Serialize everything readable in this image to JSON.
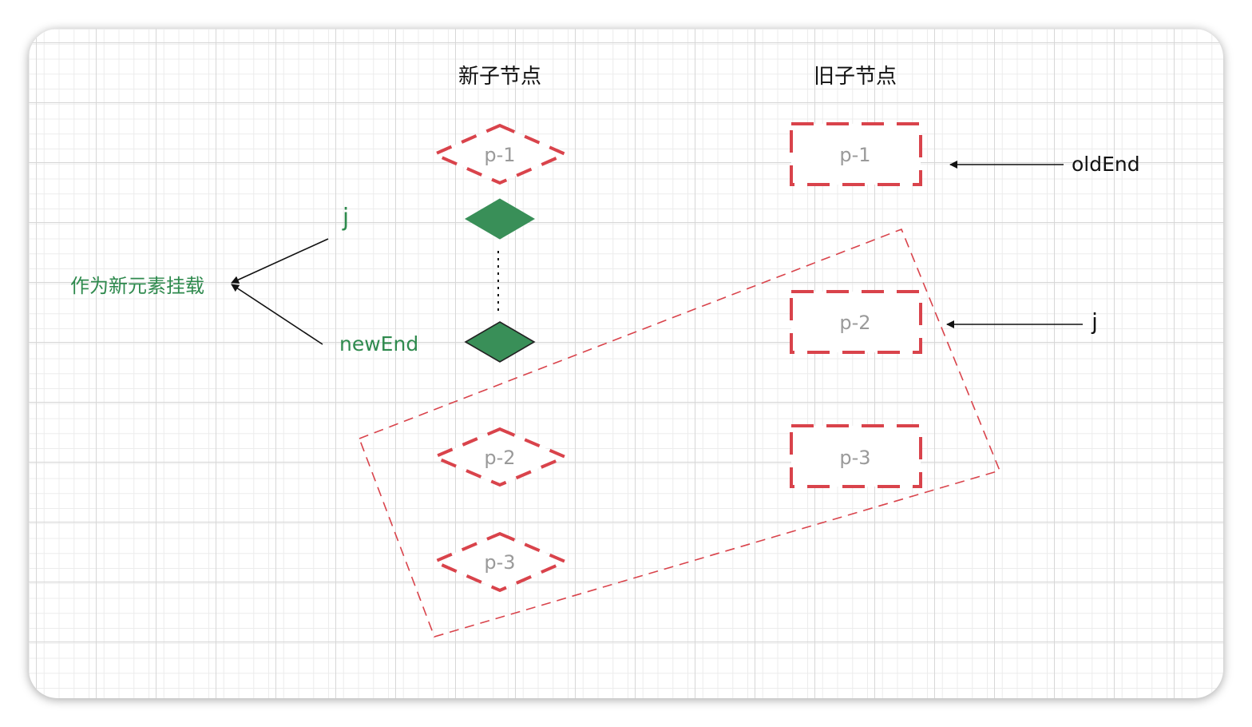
{
  "new_children": {
    "title": "新子节点",
    "items": [
      "p-1",
      "p-2",
      "p-3"
    ]
  },
  "old_children": {
    "title": "旧子节点",
    "items": [
      "p-1",
      "p-2",
      "p-3"
    ]
  },
  "labels": {
    "j_new": "j",
    "mount_as_new": "作为新元素挂载",
    "new_end": "newEnd",
    "old_end": "oldEnd",
    "j_old": "j"
  },
  "colors": {
    "red": "#d9434b",
    "green": "#398f58",
    "green_text": "#2f8a4e",
    "gray_text": "#9a9a9a",
    "black": "#111111"
  }
}
